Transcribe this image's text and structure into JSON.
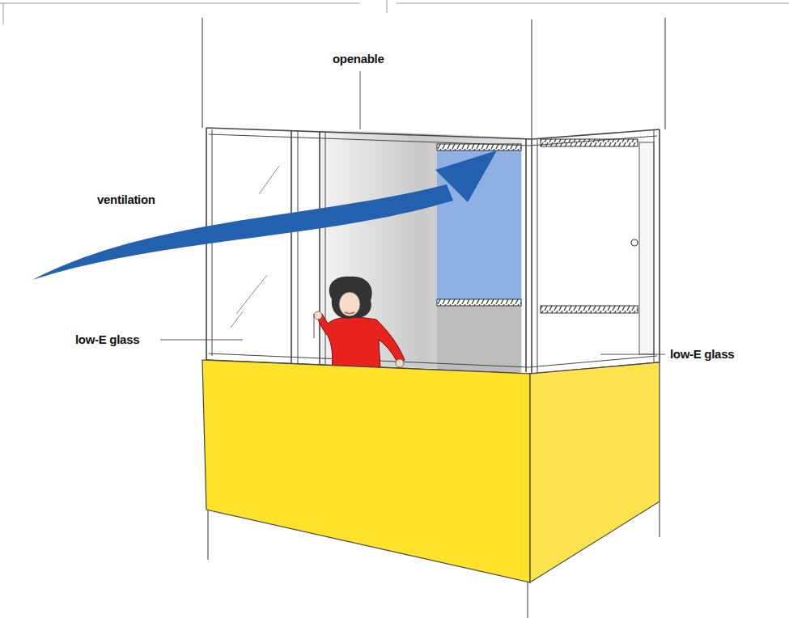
{
  "diagram": {
    "labels": [
      "openable",
      "ventilation",
      "low-E glass",
      "low-E glass"
    ]
  }
}
